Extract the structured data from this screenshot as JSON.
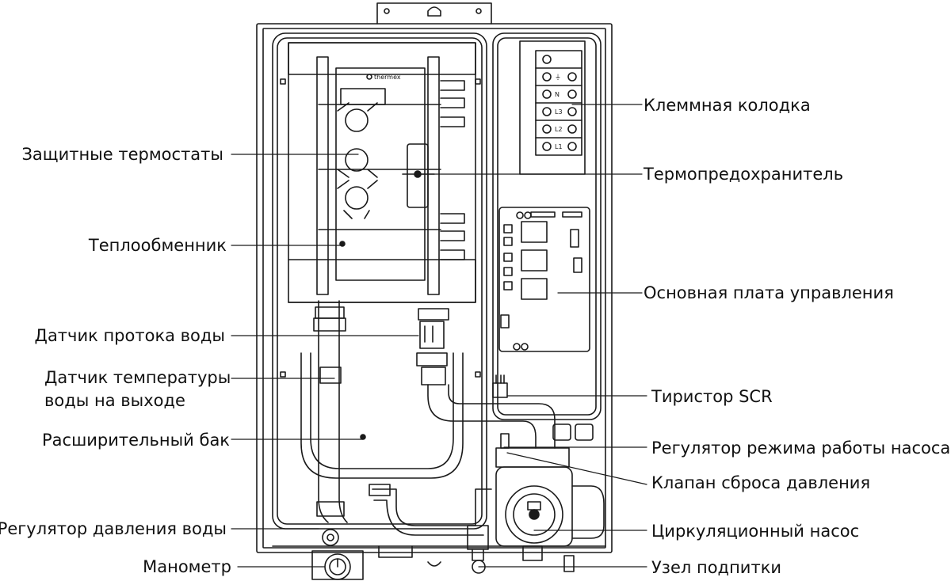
{
  "labels_left": {
    "protective_thermostats": "Защитные термостаты",
    "heat_exchanger": "Теплообменник",
    "flow_sensor": "Датчик протока воды",
    "outlet_temp_sensor": "Датчик температуры\nводы на выходе",
    "expansion_tank": "Расширительный бак",
    "water_pressure_regulator": "Регулятор давления воды",
    "manometer": "Манометр"
  },
  "labels_right": {
    "terminal_block": "Клеммная колодка",
    "thermal_fuse": "Термопредохранитель",
    "main_control_board": "Основная плата управления",
    "scr_thyristor": "Тиристор SCR",
    "pump_mode_regulator": "Регулятор режима работы насоса",
    "pressure_relief_valve": "Клапан сброса давления",
    "circulation_pump": "Циркуляционный насос",
    "makeup_unit": "Узел подпитки"
  },
  "device": {
    "brand_mark": "thermex",
    "terminal_markings": [
      "⏚",
      "N",
      "L3",
      "L2",
      "L1"
    ]
  },
  "colors": {
    "line": "#1a1a1a",
    "background": "#ffffff"
  }
}
